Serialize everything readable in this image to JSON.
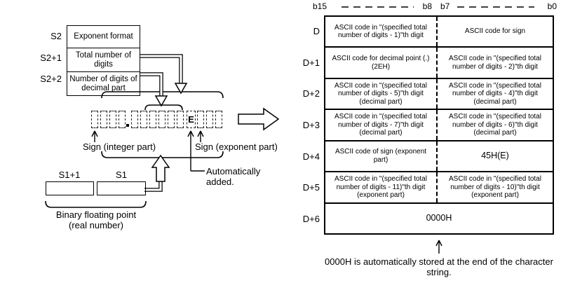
{
  "diagram": {
    "s2_label": "S2",
    "s2p1_label": "S2+1",
    "s2p2_label": "S2+2",
    "s2_row1": "Exponent format",
    "s2_row2": "Total number of digits",
    "s2_row3": "Number of digits of decimal part",
    "e_char": "E",
    "sign_integer": "Sign (integer part)",
    "sign_exponent": "Sign (exponent part)",
    "auto_added": "Automatically added.",
    "s1p1_label": "S1+1",
    "s1_label": "S1",
    "binary_line1": "Binary floating point",
    "binary_line2": "(real number)"
  },
  "table": {
    "bits": {
      "b15": "b15",
      "b8": "b8",
      "b7": "b7",
      "b0": "b0"
    },
    "rows": [
      {
        "label": "D",
        "left": "ASCII code in \"(specified total number of digits - 1)\"th digit",
        "right": "ASCII code for sign"
      },
      {
        "label": "D+1",
        "left": "ASCII code for decimal point (.) (2EH)",
        "right": "ASCII code in \"(specified total number of digits - 2)\"th digit"
      },
      {
        "label": "D+2",
        "left": "ASCII code in \"(specified total number of digits - 5)\"th digit (decimal part)",
        "right": "ASCII code in \"(specified total number of digits - 4)\"th digit (decimal part)"
      },
      {
        "label": "D+3",
        "left": "ASCII code in \"(specified total number of digits - 7)\"th digit (decimal part)",
        "right": "ASCII code in \"(specified total number of digits - 6)\"th digit (decimal part)"
      },
      {
        "label": "D+4",
        "left": "ASCII code of sign (exponent part)",
        "right": "45H(E)"
      },
      {
        "label": "D+5",
        "left": "ASCII code in \"(specified total number of digits - 11)\"th digit (exponent part)",
        "right": "ASCII code in \"(specified total number of digits - 10)\"th digit (exponent part)"
      },
      {
        "label": "D+6",
        "full": "0000H"
      }
    ],
    "footnote": "0000H is automatically stored at the end of the character string."
  }
}
